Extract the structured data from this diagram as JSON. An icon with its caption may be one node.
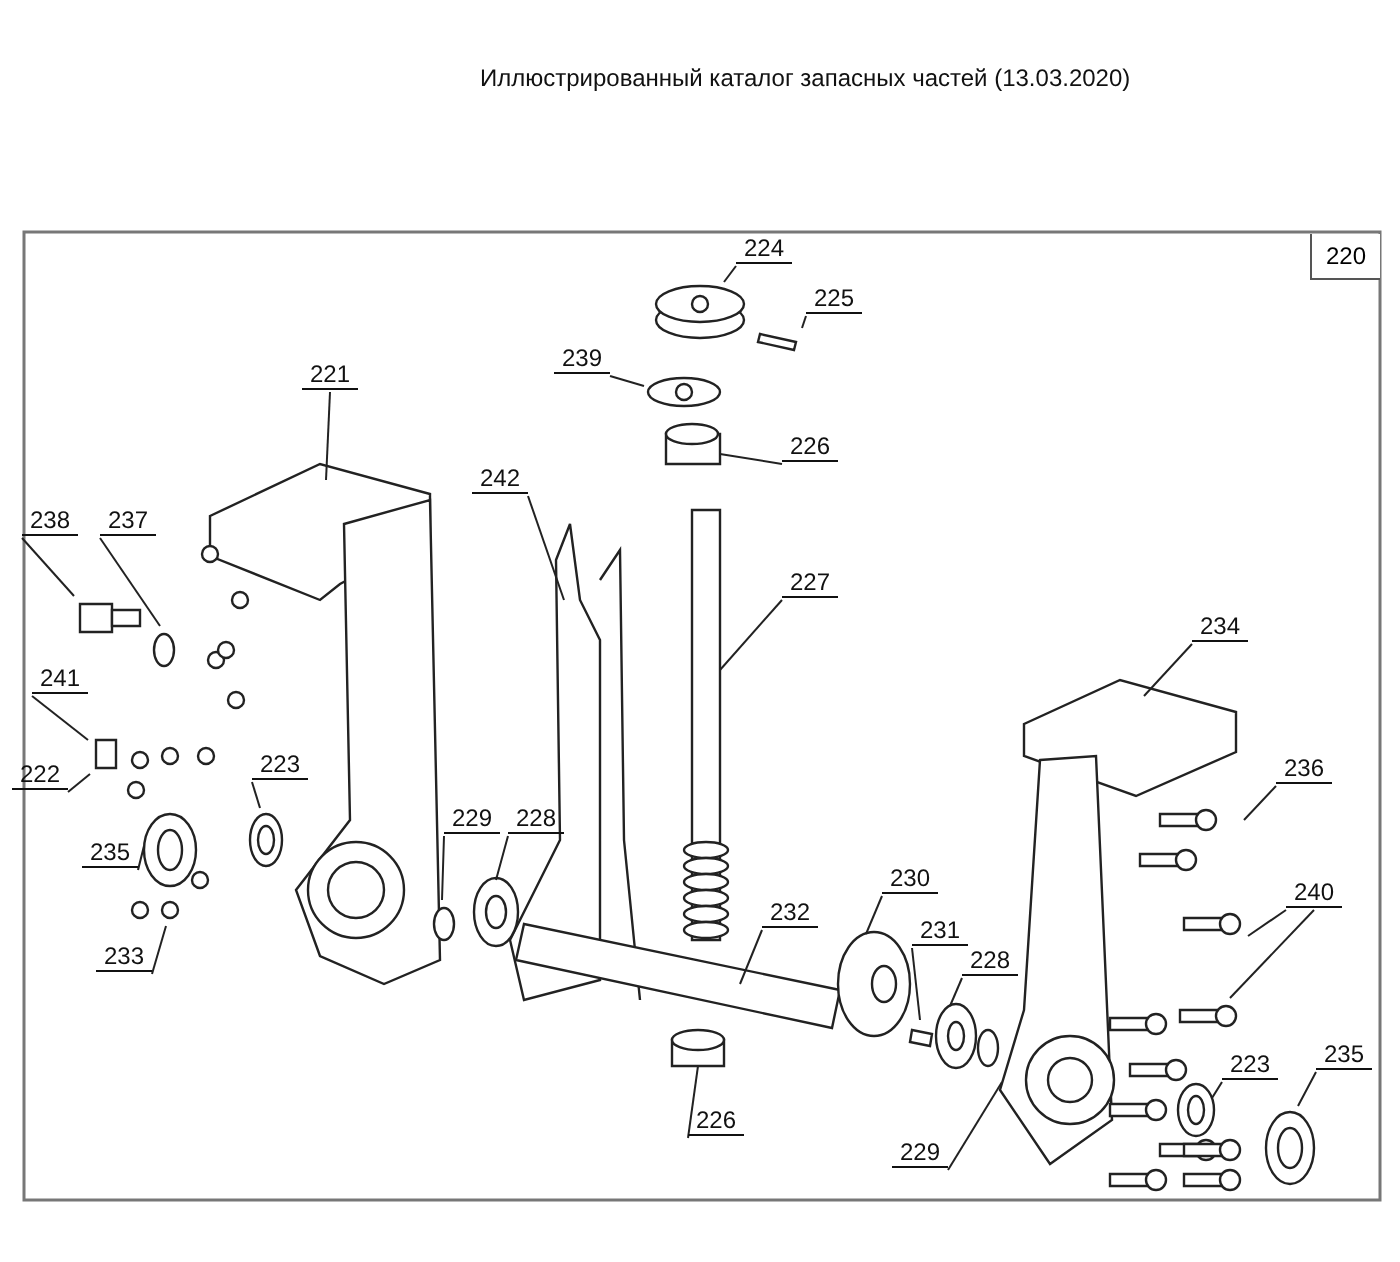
{
  "diagram": {
    "title": "Иллюстрированный каталог запасных частей (13.03.2020)",
    "nodes": [
      {
        "text": [
          "224"
        ]
      },
      {
        "text": [
          "225"
        ]
      },
      {
        "text": [
          "239"
        ]
      },
      {
        "text": [
          "221"
        ]
      },
      {
        "text": [
          "226"
        ]
      },
      {
        "text": [
          "242"
        ]
      },
      {
        "text": [
          "238"
        ]
      },
      {
        "text": [
          "237"
        ]
      },
      {
        "text": [
          "227"
        ]
      },
      {
        "text": [
          "234"
        ]
      },
      {
        "text": [
          "241"
        ]
      },
      {
        "text": [
          "222"
        ]
      },
      {
        "text": [
          "223"
        ]
      },
      {
        "text": [
          "236"
        ]
      },
      {
        "text": [
          "229"
        ]
      },
      {
        "text": [
          "228"
        ]
      },
      {
        "text": [
          "235"
        ]
      },
      {
        "text": [
          "240"
        ]
      },
      {
        "text": [
          "230"
        ]
      },
      {
        "text": [
          "232"
        ]
      },
      {
        "text": [
          "231"
        ]
      },
      {
        "text": [
          "228"
        ]
      },
      {
        "text": [
          "233"
        ]
      },
      {
        "text": [
          "223"
        ]
      },
      {
        "text": [
          "235"
        ]
      },
      {
        "text": [
          "229"
        ]
      },
      {
        "text": [
          "226"
        ]
      }
    ],
    "edges": [
      {
        "from": 0,
        "to": null,
        "arrow": "none"
      },
      {
        "from": 1,
        "to": null,
        "arrow": "none"
      },
      {
        "from": 2,
        "to": null,
        "arrow": "none"
      },
      {
        "from": 3,
        "to": null,
        "arrow": "none"
      },
      {
        "from": 4,
        "to": null,
        "arrow": "none"
      },
      {
        "from": 5,
        "to": null,
        "arrow": "none"
      },
      {
        "from": 6,
        "to": null,
        "arrow": "none"
      },
      {
        "from": 7,
        "to": null,
        "arrow": "none"
      },
      {
        "from": 8,
        "to": null,
        "arrow": "none"
      },
      {
        "from": 9,
        "to": null,
        "arrow": "none"
      },
      {
        "from": 10,
        "to": null,
        "arrow": "none"
      },
      {
        "from": 11,
        "to": null,
        "arrow": "none"
      },
      {
        "from": 12,
        "to": null,
        "arrow": "none"
      },
      {
        "from": 13,
        "to": null,
        "arrow": "none"
      },
      {
        "from": 14,
        "to": null,
        "arrow": "none"
      },
      {
        "from": 15,
        "to": null,
        "arrow": "none"
      },
      {
        "from": 16,
        "to": null,
        "arrow": "none"
      },
      {
        "from": 17,
        "to": null,
        "arrow": "none"
      },
      {
        "from": 17,
        "to": null,
        "arrow": "none"
      },
      {
        "from": 18,
        "to": null,
        "arrow": "none"
      },
      {
        "from": 19,
        "to": null,
        "arrow": "none"
      },
      {
        "from": 20,
        "to": null,
        "arrow": "none"
      },
      {
        "from": 21,
        "to": null,
        "arrow": "none"
      },
      {
        "from": 22,
        "to": null,
        "arrow": "none"
      },
      {
        "from": 23,
        "to": null,
        "arrow": "none"
      },
      {
        "from": 24,
        "to": null,
        "arrow": "none"
      },
      {
        "from": 25,
        "to": null,
        "arrow": "none"
      },
      {
        "from": 26,
        "to": null,
        "arrow": "none"
      }
    ],
    "labels": [
      "220"
    ]
  }
}
